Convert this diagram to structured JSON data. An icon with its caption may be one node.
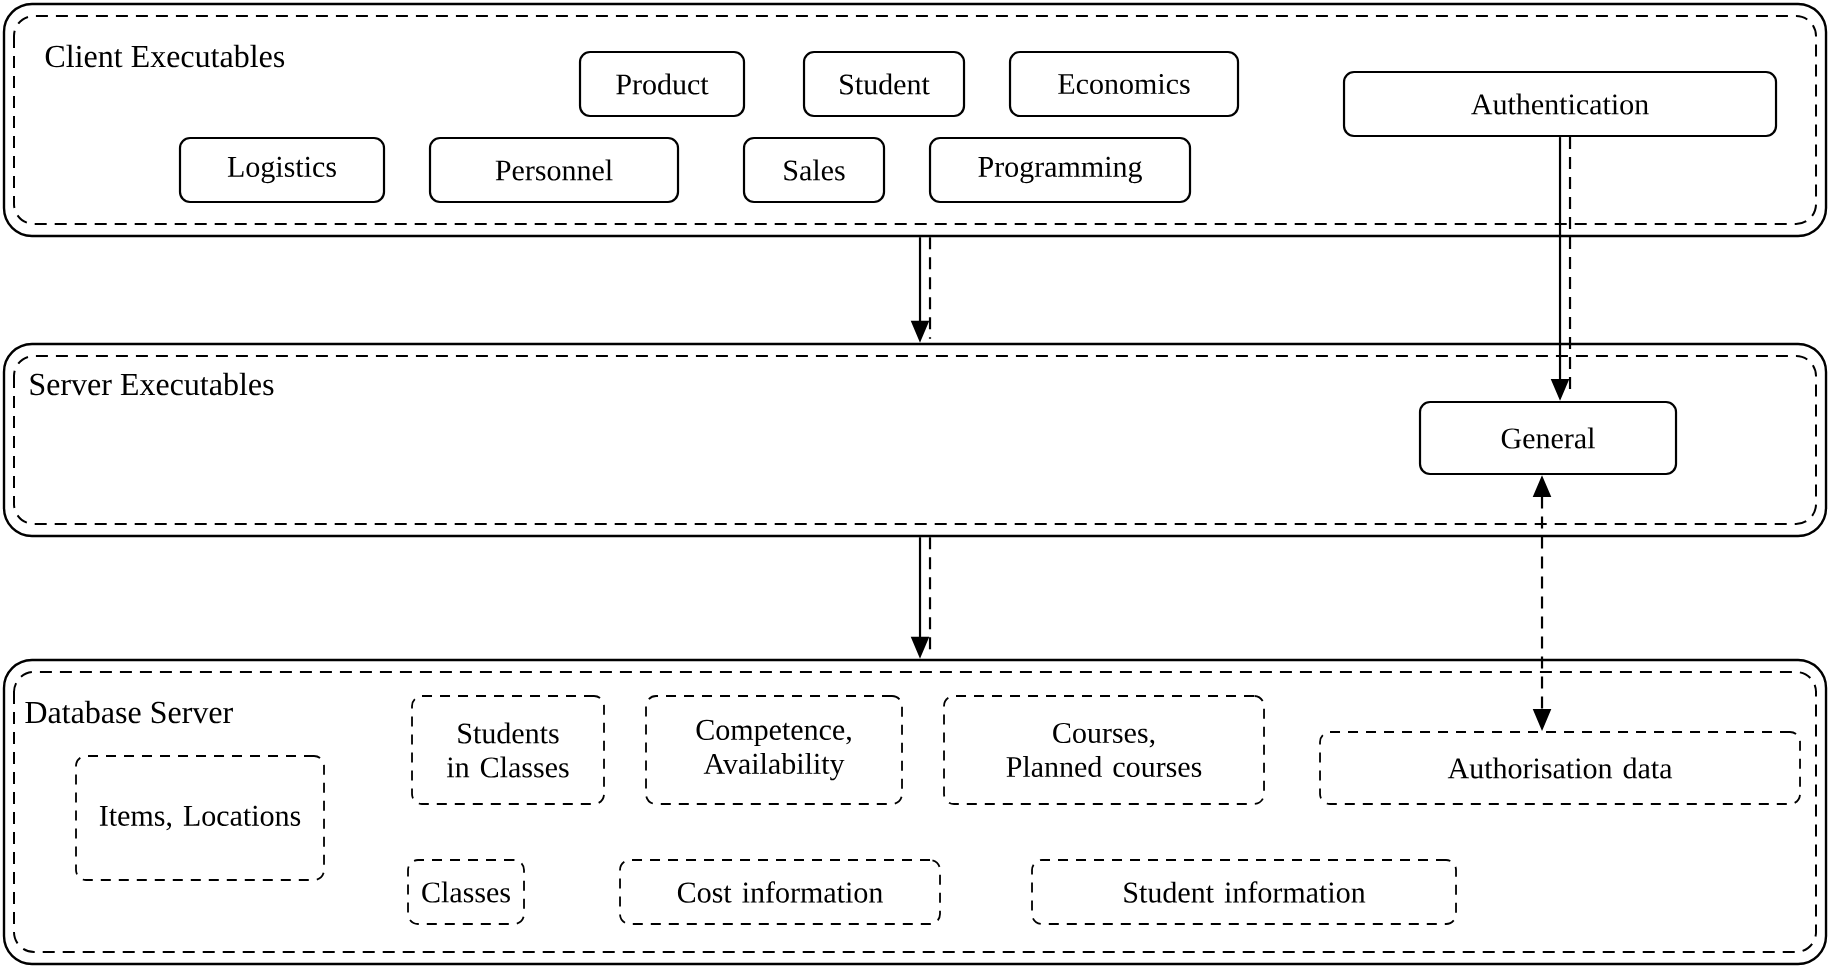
{
  "diagram": {
    "nodes": [
      {
        "text": [
          "Client Executables"
        ]
      },
      {
        "text": [
          "Product"
        ],
        "in": 0
      },
      {
        "text": [
          "Student"
        ],
        "in": 0
      },
      {
        "text": [
          "Economics"
        ],
        "in": 0
      },
      {
        "text": [
          "Authentication"
        ],
        "in": 0
      },
      {
        "text": [
          "Logistics"
        ],
        "in": 0
      },
      {
        "text": [
          "Personnel"
        ],
        "in": 0
      },
      {
        "text": [
          "Sales"
        ],
        "in": 0
      },
      {
        "text": [
          "Programming"
        ],
        "in": 0
      },
      {
        "text": [
          "Server Executables"
        ]
      },
      {
        "text": [
          "General"
        ],
        "in": 9
      },
      {
        "text": [
          "Database Server"
        ]
      },
      {
        "text": [
          "Students in Classes"
        ],
        "in": 11
      },
      {
        "text": [
          "Competence, Availability"
        ],
        "in": 11
      },
      {
        "text": [
          "Courses, Planned courses"
        ],
        "in": 11
      },
      {
        "text": [
          "Authorisation data"
        ],
        "in": 11
      },
      {
        "text": [
          "Items, Locations"
        ],
        "in": 11
      },
      {
        "text": [
          "Classes"
        ],
        "in": 11
      },
      {
        "text": [
          "Cost information"
        ],
        "in": 11
      },
      {
        "text": [
          "Student information"
        ],
        "in": 11
      }
    ],
    "edges": [
      {
        "from": 0,
        "to": 9,
        "arrow": "to"
      },
      {
        "from": 9,
        "to": 11,
        "arrow": "to"
      },
      {
        "from": 4,
        "to": 10,
        "arrow": "to"
      },
      {
        "from": 10,
        "to": 15,
        "arrow": "both",
        "style": "dashed"
      }
    ]
  }
}
